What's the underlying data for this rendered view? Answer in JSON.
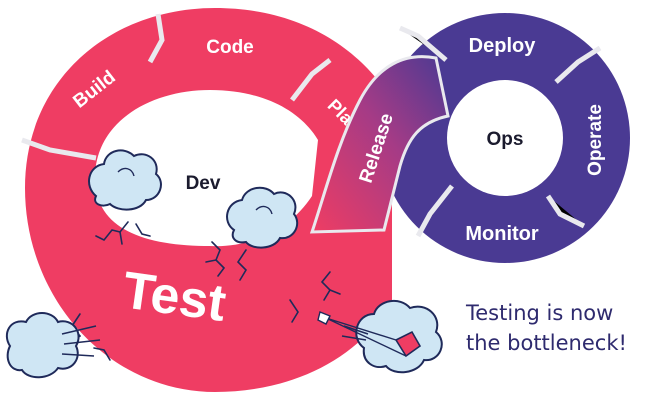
{
  "colors": {
    "dev": "#ef3d63",
    "dev_dark": "#d32f52",
    "ops": "#4a3a93",
    "ops_dark": "#3d2f80",
    "gap": "#e9e9ee",
    "caption": "#2e2a6e",
    "cloud_fill": "#cfe6f4",
    "cloud_stroke": "#1f2a5a"
  },
  "diagram": {
    "dev_center": "Dev",
    "ops_center": "Ops",
    "dev_segments": [
      "Build",
      "Code",
      "Plan"
    ],
    "ops_segments": [
      "Deploy",
      "Operate",
      "Monitor"
    ],
    "bridge_label": "Release",
    "test_label": "Test"
  },
  "caption": {
    "line1": "Testing is now",
    "line2": "the bottleneck!"
  },
  "icons": [
    "dust-cloud-icon",
    "crack-icon",
    "pointed-rock-icon"
  ]
}
